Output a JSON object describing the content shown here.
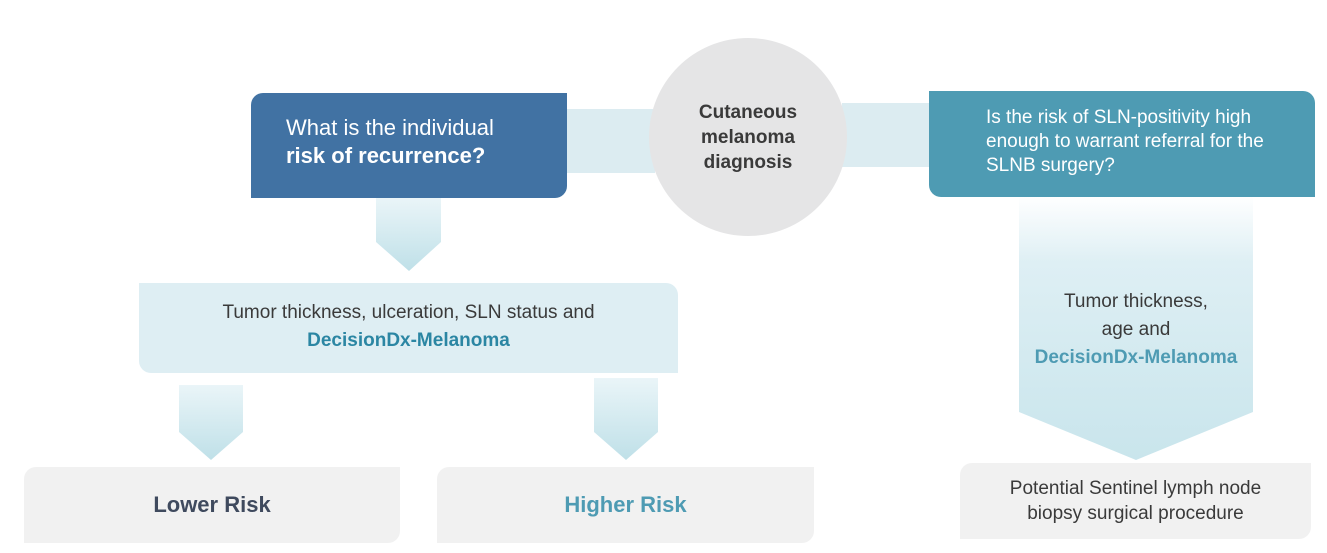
{
  "center": {
    "label": "Cutaneous melanoma diagnosis"
  },
  "left_question": {
    "line1": "What is the individual",
    "line2_bold": "risk of recurrence?"
  },
  "right_question": {
    "text": "Is the risk of SLN-positivity high enough to warrant referral for the SLNB surgery?"
  },
  "left_factors": {
    "text": "Tumor thickness, ulceration, SLN status and",
    "highlight": "DecisionDx-Melanoma"
  },
  "right_factors": {
    "line1": "Tumor thickness,",
    "line2": "age and",
    "highlight": "DecisionDx-Melanoma"
  },
  "outcomes": {
    "lower": "Lower Risk",
    "higher": "Higher Risk",
    "surgery": "Potential Sentinel lymph node biopsy surgical procedure"
  },
  "colors": {
    "dark_blue": "#4172a3",
    "teal": "#4e9bb3",
    "light_blue": "#deeef3",
    "arrow_blue": "#c4e2ea",
    "gray": "#e5e5e6",
    "highlight_text": "#2b86a3"
  }
}
